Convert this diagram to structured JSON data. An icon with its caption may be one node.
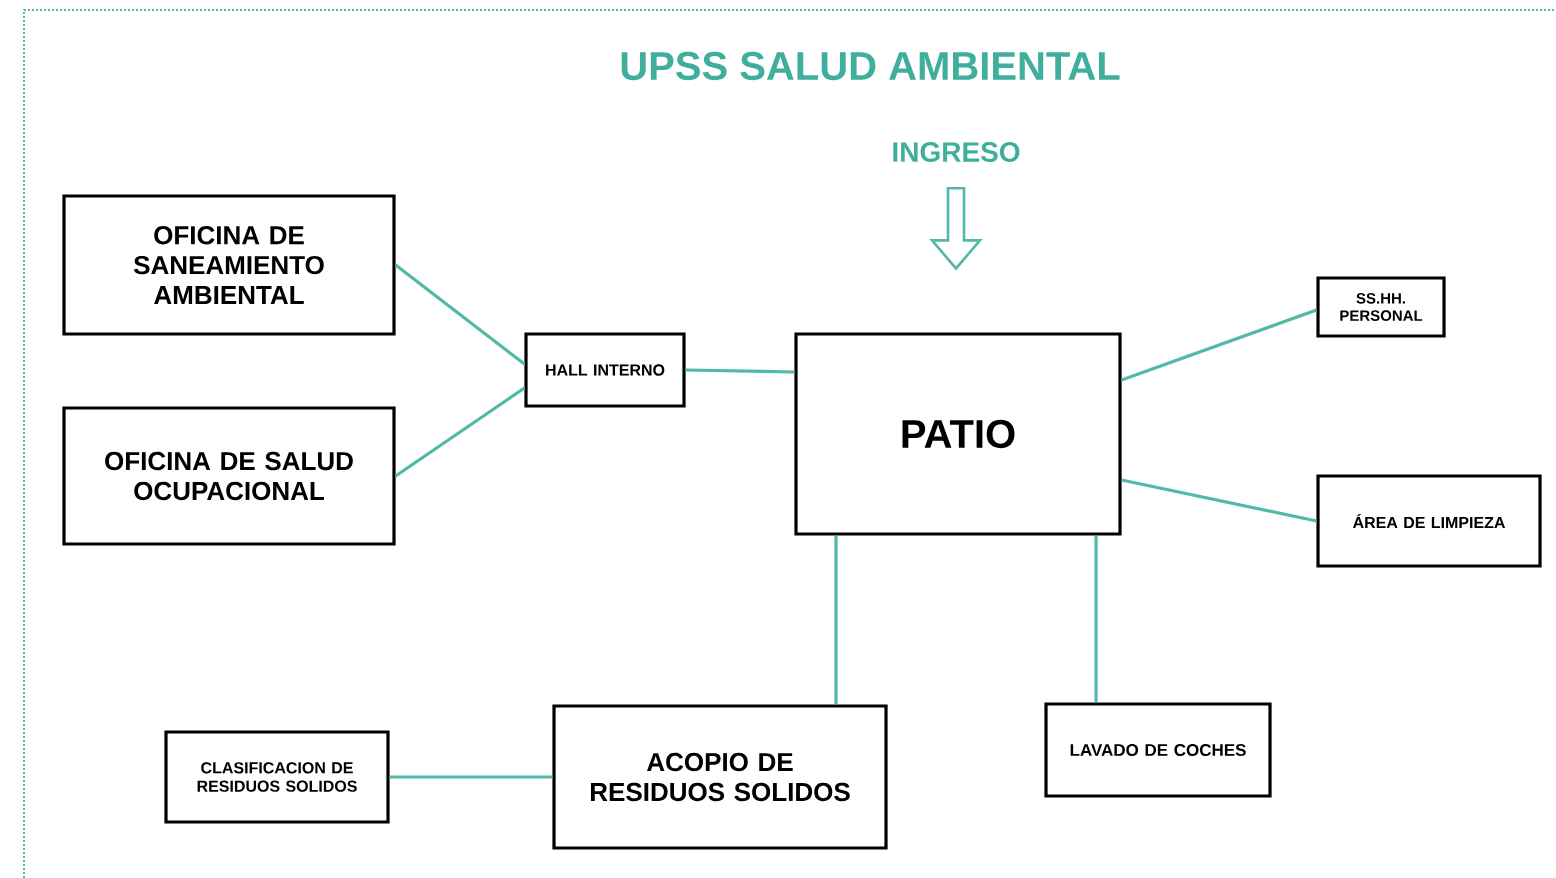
{
  "diagram": {
    "title": "UPSS SALUD AMBIENTAL",
    "nodes": [
      {
        "text": [
          "OFICINA DE SANEAMIENTO AMBIENTAL"
        ]
      },
      {
        "text": [
          "OFICINA DE SALUD OCUPACIONAL"
        ]
      },
      {
        "text": [
          "HALL INTERNO"
        ]
      },
      {
        "text": [
          "PATIO"
        ]
      },
      {
        "text": [
          "SS.HH. PERSONAL"
        ]
      },
      {
        "text": [
          "ÁREA DE LIMPIEZA"
        ]
      },
      {
        "text": [
          "ACOPIO DE RESIDUOS SOLIDOS"
        ]
      },
      {
        "text": [
          "LAVADO DE COCHES"
        ]
      },
      {
        "text": [
          "CLASIFICACION DE RESIDUOS SOLIDOS"
        ]
      },
      {
        "text": [
          "INGRESO"
        ]
      }
    ],
    "edges": [
      {
        "from": 0,
        "to": 2,
        "arrow": "none"
      },
      {
        "from": 1,
        "to": 2,
        "arrow": "none"
      },
      {
        "from": 2,
        "to": 3,
        "arrow": "none"
      },
      {
        "from": 3,
        "to": 4,
        "arrow": "none"
      },
      {
        "from": 3,
        "to": 5,
        "arrow": "none"
      },
      {
        "from": 3,
        "to": 6,
        "arrow": "none"
      },
      {
        "from": 3,
        "to": 7,
        "arrow": "none"
      },
      {
        "from": 8,
        "to": 6,
        "arrow": "none"
      },
      {
        "from": 9,
        "to": 3,
        "arrow": "to",
        "style": "thick"
      }
    ]
  }
}
